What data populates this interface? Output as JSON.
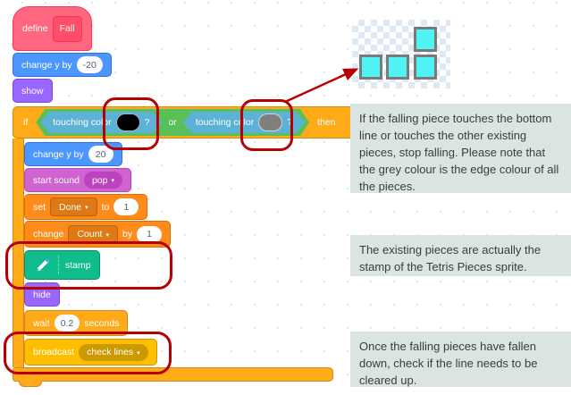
{
  "ui": {
    "caret": "▾"
  },
  "palette": {
    "motion": "#4C97FF",
    "looks": "#9966FF",
    "sound": "#CF63CF",
    "control": "#FFAB19",
    "variables": "#FF8C1A",
    "events": "#FFBF00",
    "sensing": "#5CB1D6",
    "operators": "#59C059",
    "pen": "#0FBD8C",
    "my_blocks": "#FF6680",
    "highlight_red": "#B80000",
    "swatch_black": "#000000",
    "swatch_grey": "#7F7F7F",
    "tetris_fill": "#4FF3F3",
    "tetris_border": "#7A7A7A",
    "annotation_bg": "#DAE5E2"
  },
  "script": {
    "define": {
      "keyword": "define",
      "name": "Fall"
    },
    "change_y_down": {
      "label": "change y by",
      "value": "-20"
    },
    "show": {
      "label": "show"
    },
    "if_block": {
      "if": "if",
      "then": "then",
      "or": "or",
      "touching_first": {
        "label": "touching color",
        "question": "?",
        "swatch": "black"
      },
      "touching_second": {
        "label": "touching color",
        "question": "?",
        "swatch": "grey"
      }
    },
    "change_y_up": {
      "label": "change y by",
      "value": "20"
    },
    "start_sound": {
      "label": "start sound",
      "sound": "pop"
    },
    "set_variable": {
      "label": "set",
      "variable": "Done",
      "to": "to",
      "value": "1"
    },
    "change_variable": {
      "label": "change",
      "variable": "Count",
      "by": "by",
      "value": "1"
    },
    "stamp": {
      "label": "stamp"
    },
    "hide": {
      "label": "hide"
    },
    "wait": {
      "label": "wait",
      "value": "0.2",
      "suffix": "seconds"
    },
    "broadcast": {
      "label": "broadcast",
      "message": "check lines"
    }
  },
  "annotations": [
    {
      "text": "If the falling piece touches the bottom line or touches the other existing pieces, stop falling. Please note that the grey colour is the edge colour of all the pieces."
    },
    {
      "text": "The existing pieces are actually the stamp of the Tetris Pieces sprite."
    },
    {
      "text": "Once the falling pieces have fallen down, check if the line needs to be cleared up."
    }
  ]
}
